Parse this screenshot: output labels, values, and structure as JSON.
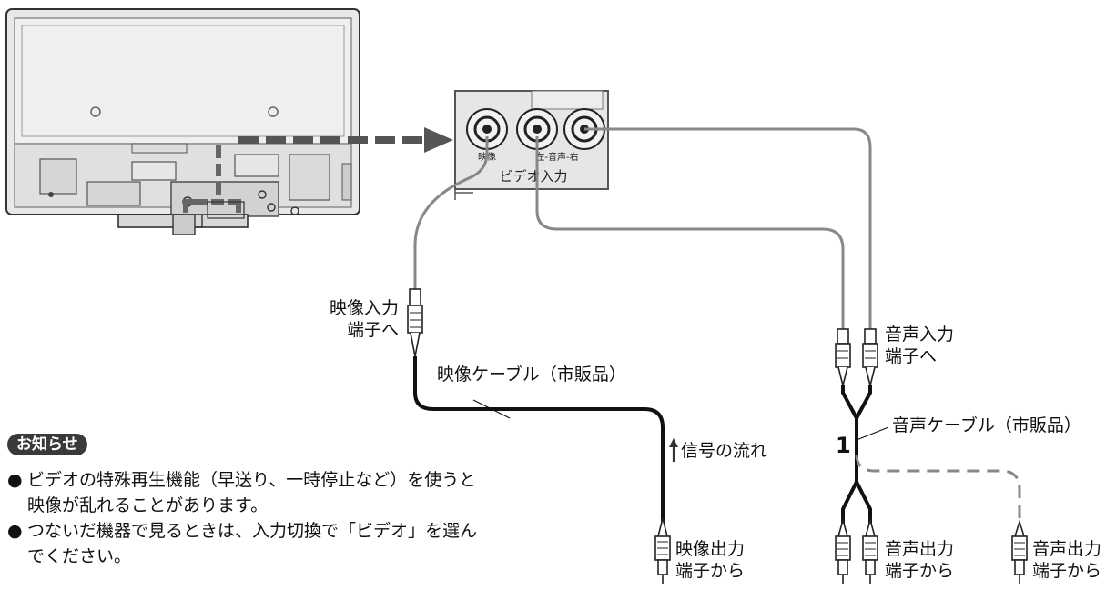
{
  "tv_panel": {
    "label_video": "映像",
    "label_audio": "左-音声-右",
    "label_input": "ビデオ入力"
  },
  "labels": {
    "video_in_line1": "映像入力",
    "video_in_line2": "端子へ",
    "video_cable": "映像ケーブル（市販品）",
    "signal_flow": "信号の流れ",
    "video_out_line1": "映像出力",
    "video_out_line2": "端子から",
    "audio_in_line1": "音声入力",
    "audio_in_line2": "端子へ",
    "audio_cable": "音声ケーブル（市販品）",
    "audio_marker": "1",
    "audio_out_line1": "音声出力",
    "audio_out_line2": "端子から",
    "audio_out2_line1": "音声出力",
    "audio_out2_line2": "端子から"
  },
  "notice": {
    "badge": "お知らせ",
    "bullet_symbol": "●",
    "items": [
      "ビデオの特殊再生機能（早送り、一時停止など）を使うと映像が乱れることがあります。",
      "つないだ機器で見るときは、入力切換で「ビデオ」を選んでください。"
    ]
  }
}
